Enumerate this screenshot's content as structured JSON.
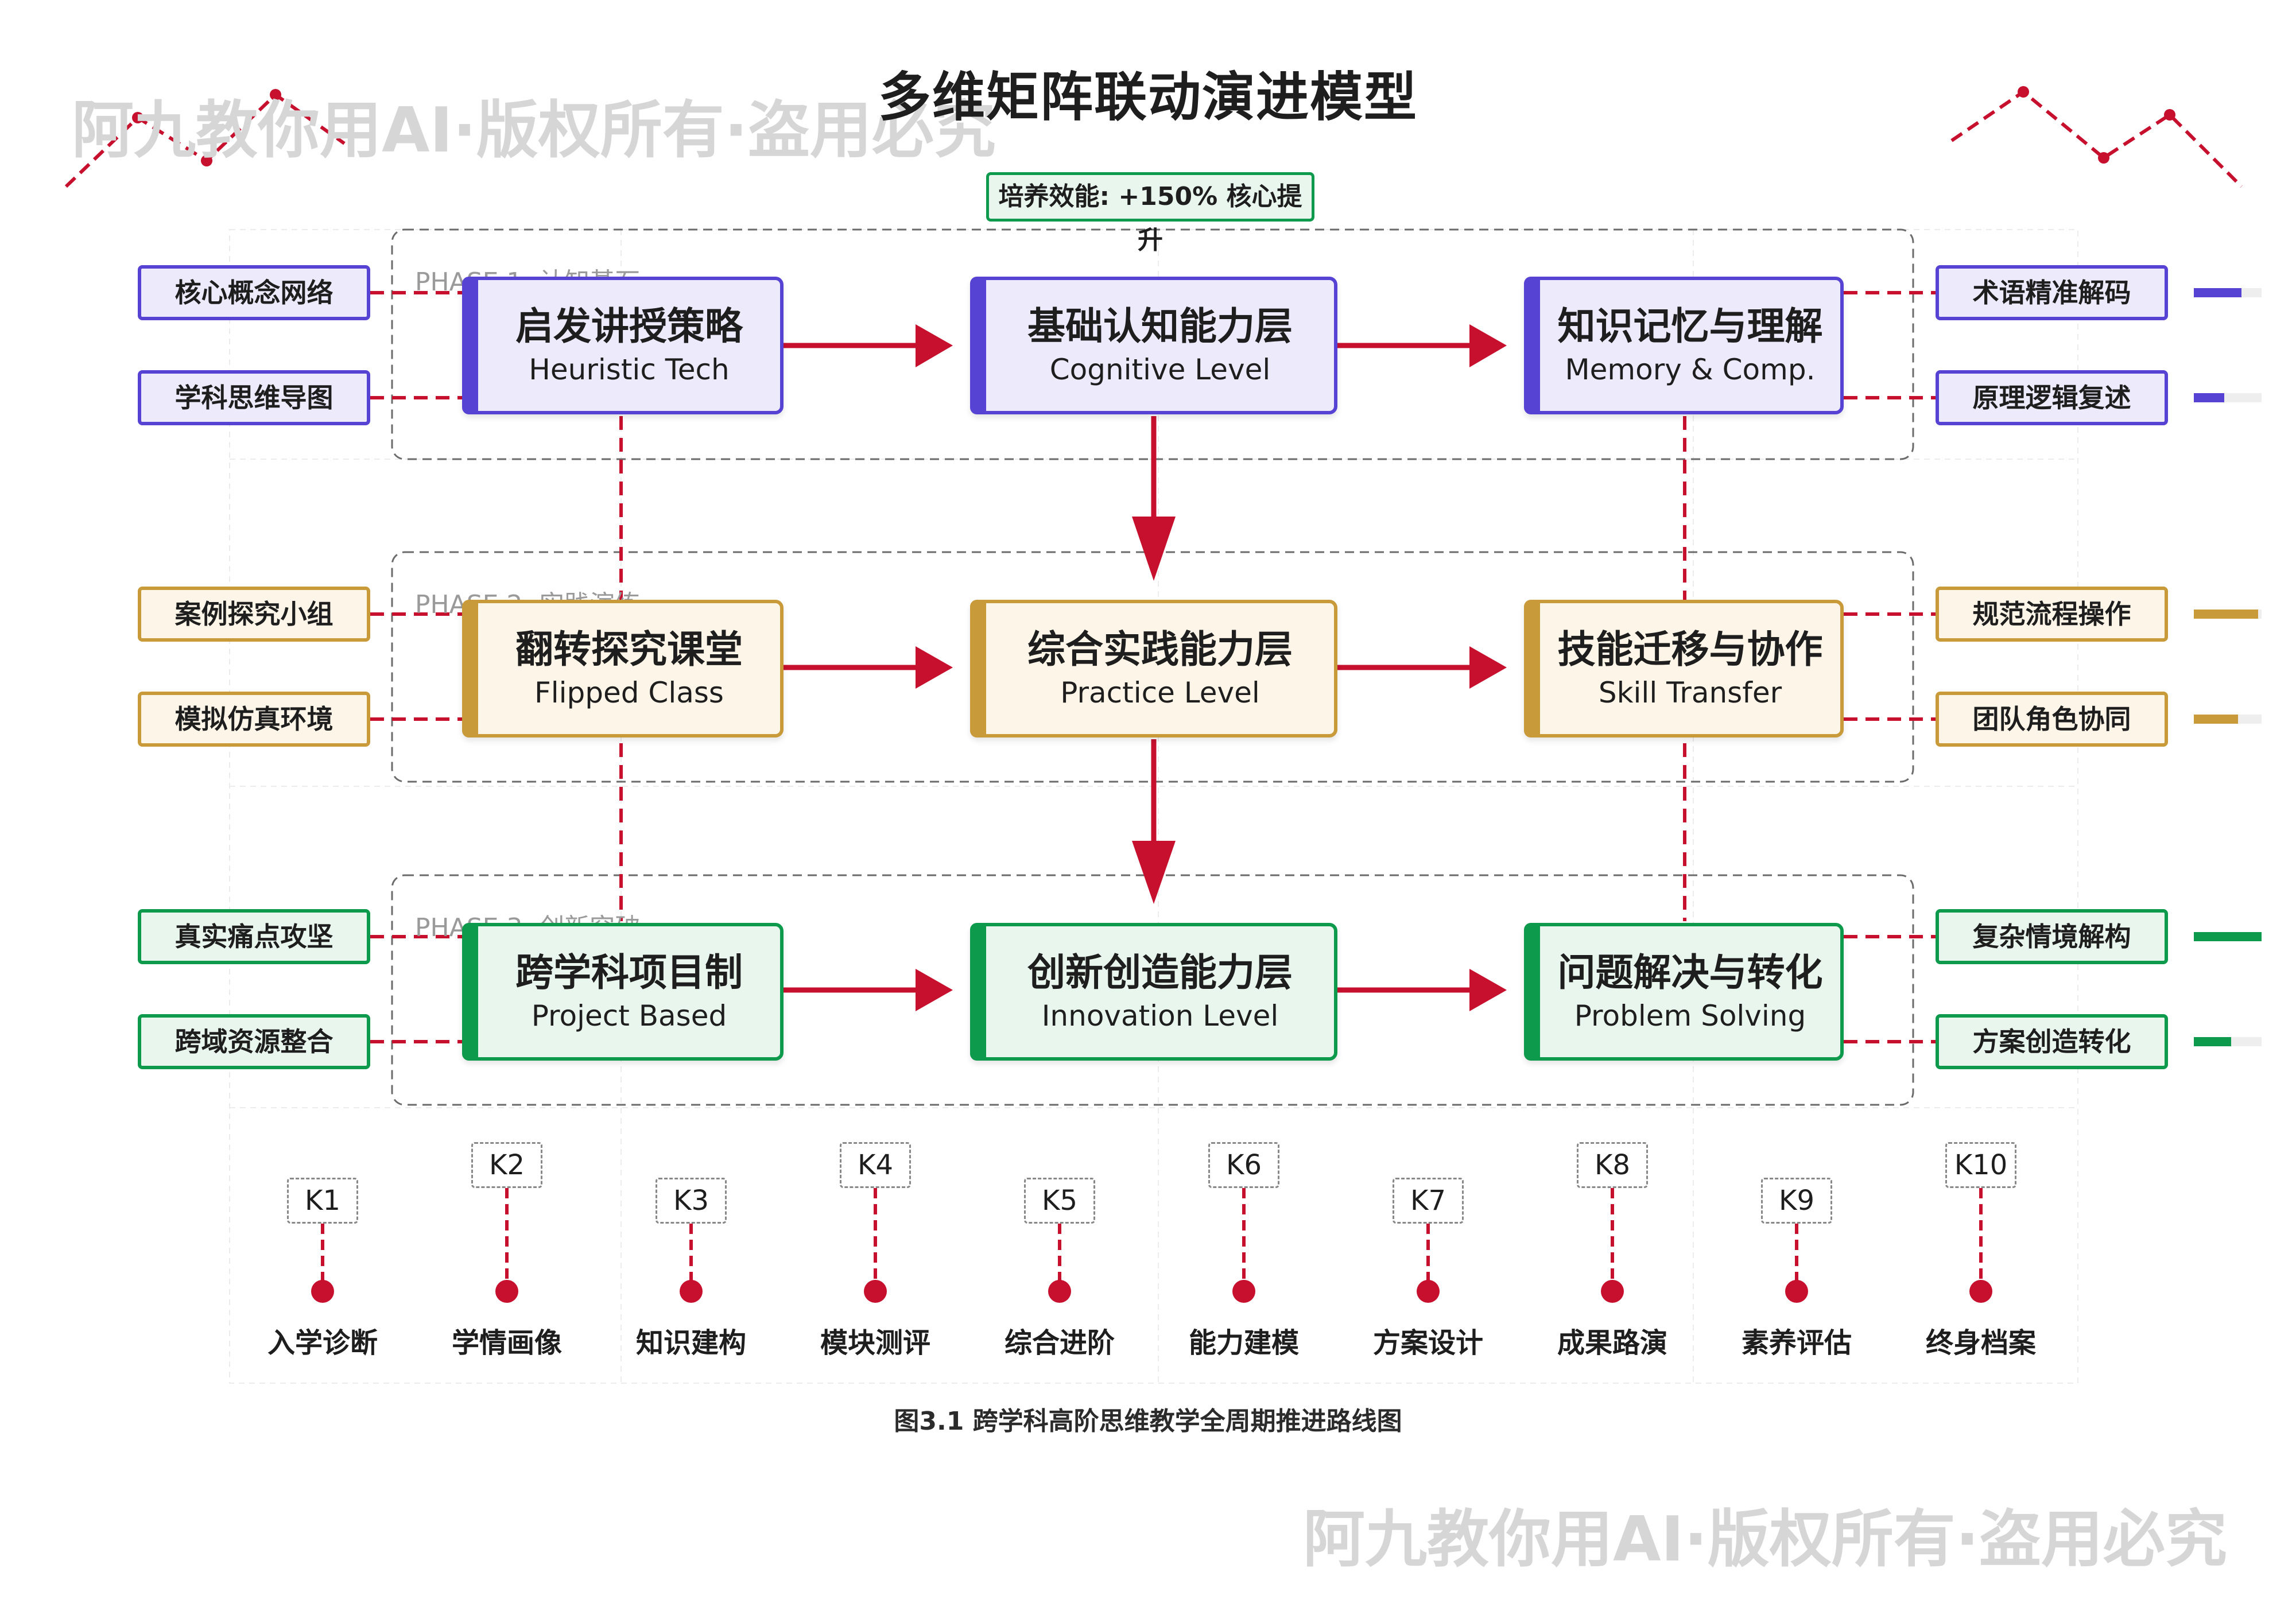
{
  "title": "多维矩阵联动演进模型",
  "watermark": "阿九教你用AI·版权所有·盗用必究",
  "badge": "培养效能: +150% 核心提升",
  "caption": "图3.1 跨学科高阶思维教学全周期推进路线图",
  "colors": {
    "blue": "#5643d4",
    "gold": "#c99a39",
    "green": "#0e9a4c",
    "red": "#c7102e"
  },
  "phases": [
    {
      "label": "PHASE 1: 认知基石",
      "nodes": [
        {
          "zh": "启发讲授策略",
          "en": "Heuristic Tech"
        },
        {
          "zh": "基础认知能力层",
          "en": "Cognitive Level"
        },
        {
          "zh": "知识记忆与理解",
          "en": "Memory & Comp."
        }
      ],
      "left_tags": [
        "核心概念网络",
        "学科思维导图"
      ],
      "right_tags": [
        "术语精准解码",
        "原理逻辑复述"
      ],
      "right_bars": [
        0.7,
        0.45
      ]
    },
    {
      "label": "PHASE 2: 实践演练",
      "nodes": [
        {
          "zh": "翻转探究课堂",
          "en": "Flipped Class"
        },
        {
          "zh": "综合实践能力层",
          "en": "Practice Level"
        },
        {
          "zh": "技能迁移与协作",
          "en": "Skill Transfer"
        }
      ],
      "left_tags": [
        "案例探究小组",
        "模拟仿真环境"
      ],
      "right_tags": [
        "规范流程操作",
        "团队角色协同"
      ],
      "right_bars": [
        0.95,
        0.65
      ]
    },
    {
      "label": "PHASE 3: 创新突破",
      "nodes": [
        {
          "zh": "跨学科项目制",
          "en": "Project Based"
        },
        {
          "zh": "创新创造能力层",
          "en": "Innovation Level"
        },
        {
          "zh": "问题解决与转化",
          "en": "Problem Solving"
        }
      ],
      "left_tags": [
        "真实痛点攻坚",
        "跨域资源整合"
      ],
      "right_tags": [
        "复杂情境解构",
        "方案创造转化"
      ],
      "right_bars": [
        1.0,
        0.55
      ]
    }
  ],
  "timeline": [
    {
      "k": "K1",
      "label": "入学诊断"
    },
    {
      "k": "K2",
      "label": "学情画像"
    },
    {
      "k": "K3",
      "label": "知识建构"
    },
    {
      "k": "K4",
      "label": "模块测评"
    },
    {
      "k": "K5",
      "label": "综合进阶"
    },
    {
      "k": "K6",
      "label": "能力建模"
    },
    {
      "k": "K7",
      "label": "方案设计"
    },
    {
      "k": "K8",
      "label": "成果路演"
    },
    {
      "k": "K9",
      "label": "素养评估"
    },
    {
      "k": "K10",
      "label": "终身档案"
    }
  ]
}
